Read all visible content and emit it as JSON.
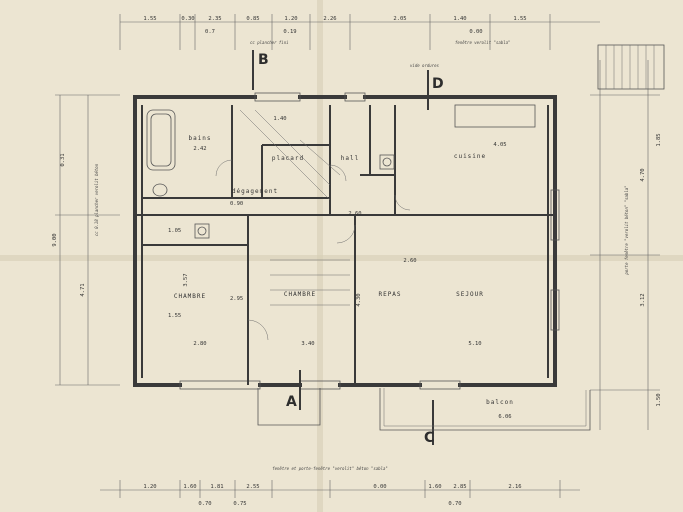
{
  "rooms": {
    "bains": "bains",
    "placard": "placard",
    "hall": "hall",
    "cuisine": "cuisine",
    "degagement": "dégagement",
    "chambre1": "CHAMBRE",
    "chambre2": "CHAMBRE",
    "repas": "REPAS",
    "sejour": "SEJOUR",
    "balcon": "balcon"
  },
  "section_marks": {
    "a": "A",
    "b": "B",
    "c": "C",
    "d": "D"
  },
  "labels": {
    "cc_plancher_fini": "cc plancher fini",
    "fenetre_verolit": "fenêtre verolit \"sabla\"",
    "bottom_note": "fenêtre et porte-fenêtre \"verolit\" béton \"sabla\"",
    "vide_ordures": "vide ordures",
    "porte_fenetre_right": "porte fenêtre \"verolit béton\" \"sabla\"",
    "left_vertical": "cc 0.18 plancher verolit béton"
  },
  "dimensions": {
    "top": [
      "1.55",
      "0.30",
      "2.35",
      "0.85",
      "1.20",
      "2.26",
      "2.05",
      "1.40",
      "1.55"
    ],
    "top_cc": [
      "0.7",
      "0.19",
      "0.00"
    ],
    "bottom": [
      "1.20",
      "1.60",
      "1.81",
      "2.55",
      "0.00",
      "1.60",
      "2.85",
      "2.16"
    ],
    "bottom_cc": [
      "0.70",
      "0.75",
      "0.70"
    ],
    "left": [
      "4.71",
      "0.31",
      "9.00"
    ],
    "right": [
      "4.70",
      "1.85",
      "3.12",
      "1.50"
    ],
    "interior": {
      "bains_w": "2.42",
      "placard_w": "1.40",
      "hall_w": "2.60",
      "cuisine_w": "4.05",
      "chambre1_w": "2.80",
      "chambre2_w": "3.40",
      "repas_w": "2.60",
      "sejour_w": "5.10",
      "balcon_w": "6.06",
      "chambre1_h": "3.57",
      "sejour_h": "4.30",
      "deg_h": "0.90",
      "small_1": "1.05",
      "small_2": "1.55",
      "small_3": "2.95"
    }
  }
}
